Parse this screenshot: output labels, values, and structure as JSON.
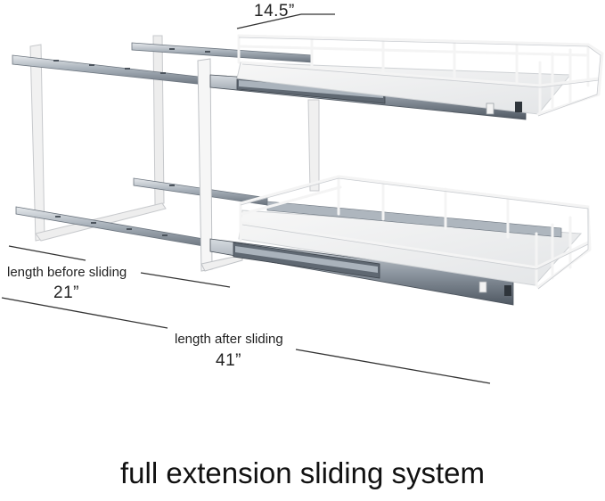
{
  "dimensions": {
    "width_value": "14.5”",
    "before_label": "length before sliding",
    "before_value": "21”",
    "after_label": "length after sliding",
    "after_value": "41”"
  },
  "caption": "full extension sliding system",
  "colors": {
    "wire": "#f4f4f4",
    "wire_edge": "#c9ccd0",
    "rail": "#9aa3ad",
    "rail_dark": "#5d6670",
    "rail_light": "#d9dee3",
    "measure_line": "#333333"
  }
}
